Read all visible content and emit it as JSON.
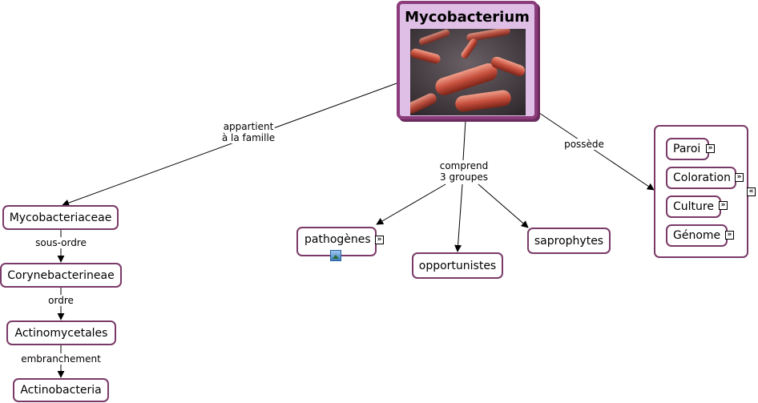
{
  "main_concept": {
    "title": "Mycobacterium",
    "image": "bacteria-micrograph"
  },
  "family_branch": {
    "link_label": [
      "appartient",
      "à la famille"
    ],
    "nodes": [
      "Mycobacteriaceae",
      "Corynebacterineae",
      "Actinomycetales",
      "Actinobacteria"
    ],
    "links": [
      "sous-ordre",
      "ordre",
      "embranchement"
    ]
  },
  "groups_branch": {
    "link_label": [
      "comprend",
      "3 groupes"
    ],
    "nodes": [
      "pathogènes",
      "opportunistes",
      "saprophytes"
    ]
  },
  "possession_branch": {
    "link_label": "possède",
    "items": [
      "Paroi",
      "Coloration",
      "Culture",
      "Génome"
    ]
  },
  "icons": {
    "expand": "expand-icon",
    "collapse": "collapse-icon",
    "image": "image-icon"
  },
  "colors": {
    "node_border": "#7a3a68",
    "main_fill": "#dfbfe6",
    "main_border": "#8b3c7a"
  }
}
